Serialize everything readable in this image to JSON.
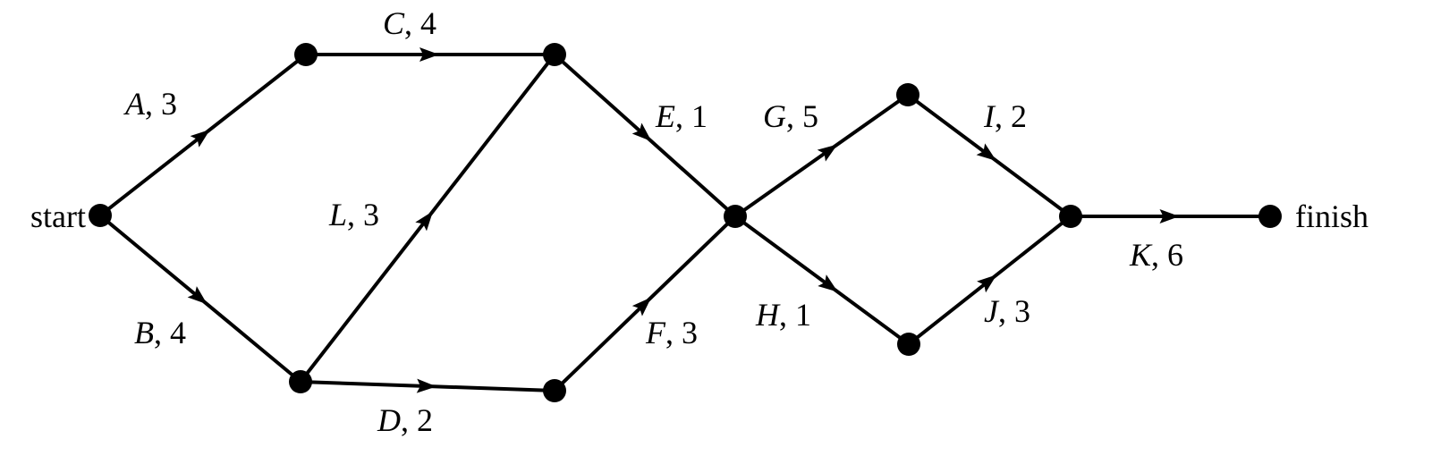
{
  "diagram": {
    "type": "activity-network",
    "start_label": "start",
    "finish_label": "finish",
    "color": "#000000",
    "nodes": [
      "start",
      "n1",
      "n2",
      "n3",
      "n4",
      "n5",
      "n6",
      "n7",
      "n8",
      "finish"
    ],
    "edges": [
      {
        "activity": "A",
        "duration": "3",
        "from": "start",
        "to": "n1"
      },
      {
        "activity": "B",
        "duration": "4",
        "from": "start",
        "to": "n3"
      },
      {
        "activity": "C",
        "duration": "4",
        "from": "n1",
        "to": "n2"
      },
      {
        "activity": "L",
        "duration": "3",
        "from": "n3",
        "to": "n2"
      },
      {
        "activity": "D",
        "duration": "2",
        "from": "n3",
        "to": "n4"
      },
      {
        "activity": "E",
        "duration": "1",
        "from": "n2",
        "to": "n5"
      },
      {
        "activity": "F",
        "duration": "3",
        "from": "n4",
        "to": "n5"
      },
      {
        "activity": "G",
        "duration": "5",
        "from": "n5",
        "to": "n6"
      },
      {
        "activity": "H",
        "duration": "1",
        "from": "n5",
        "to": "n7"
      },
      {
        "activity": "I",
        "duration": "2",
        "from": "n6",
        "to": "n8"
      },
      {
        "activity": "J",
        "duration": "3",
        "from": "n7",
        "to": "n8"
      },
      {
        "activity": "K",
        "duration": "6",
        "from": "n8",
        "to": "finish"
      }
    ]
  }
}
